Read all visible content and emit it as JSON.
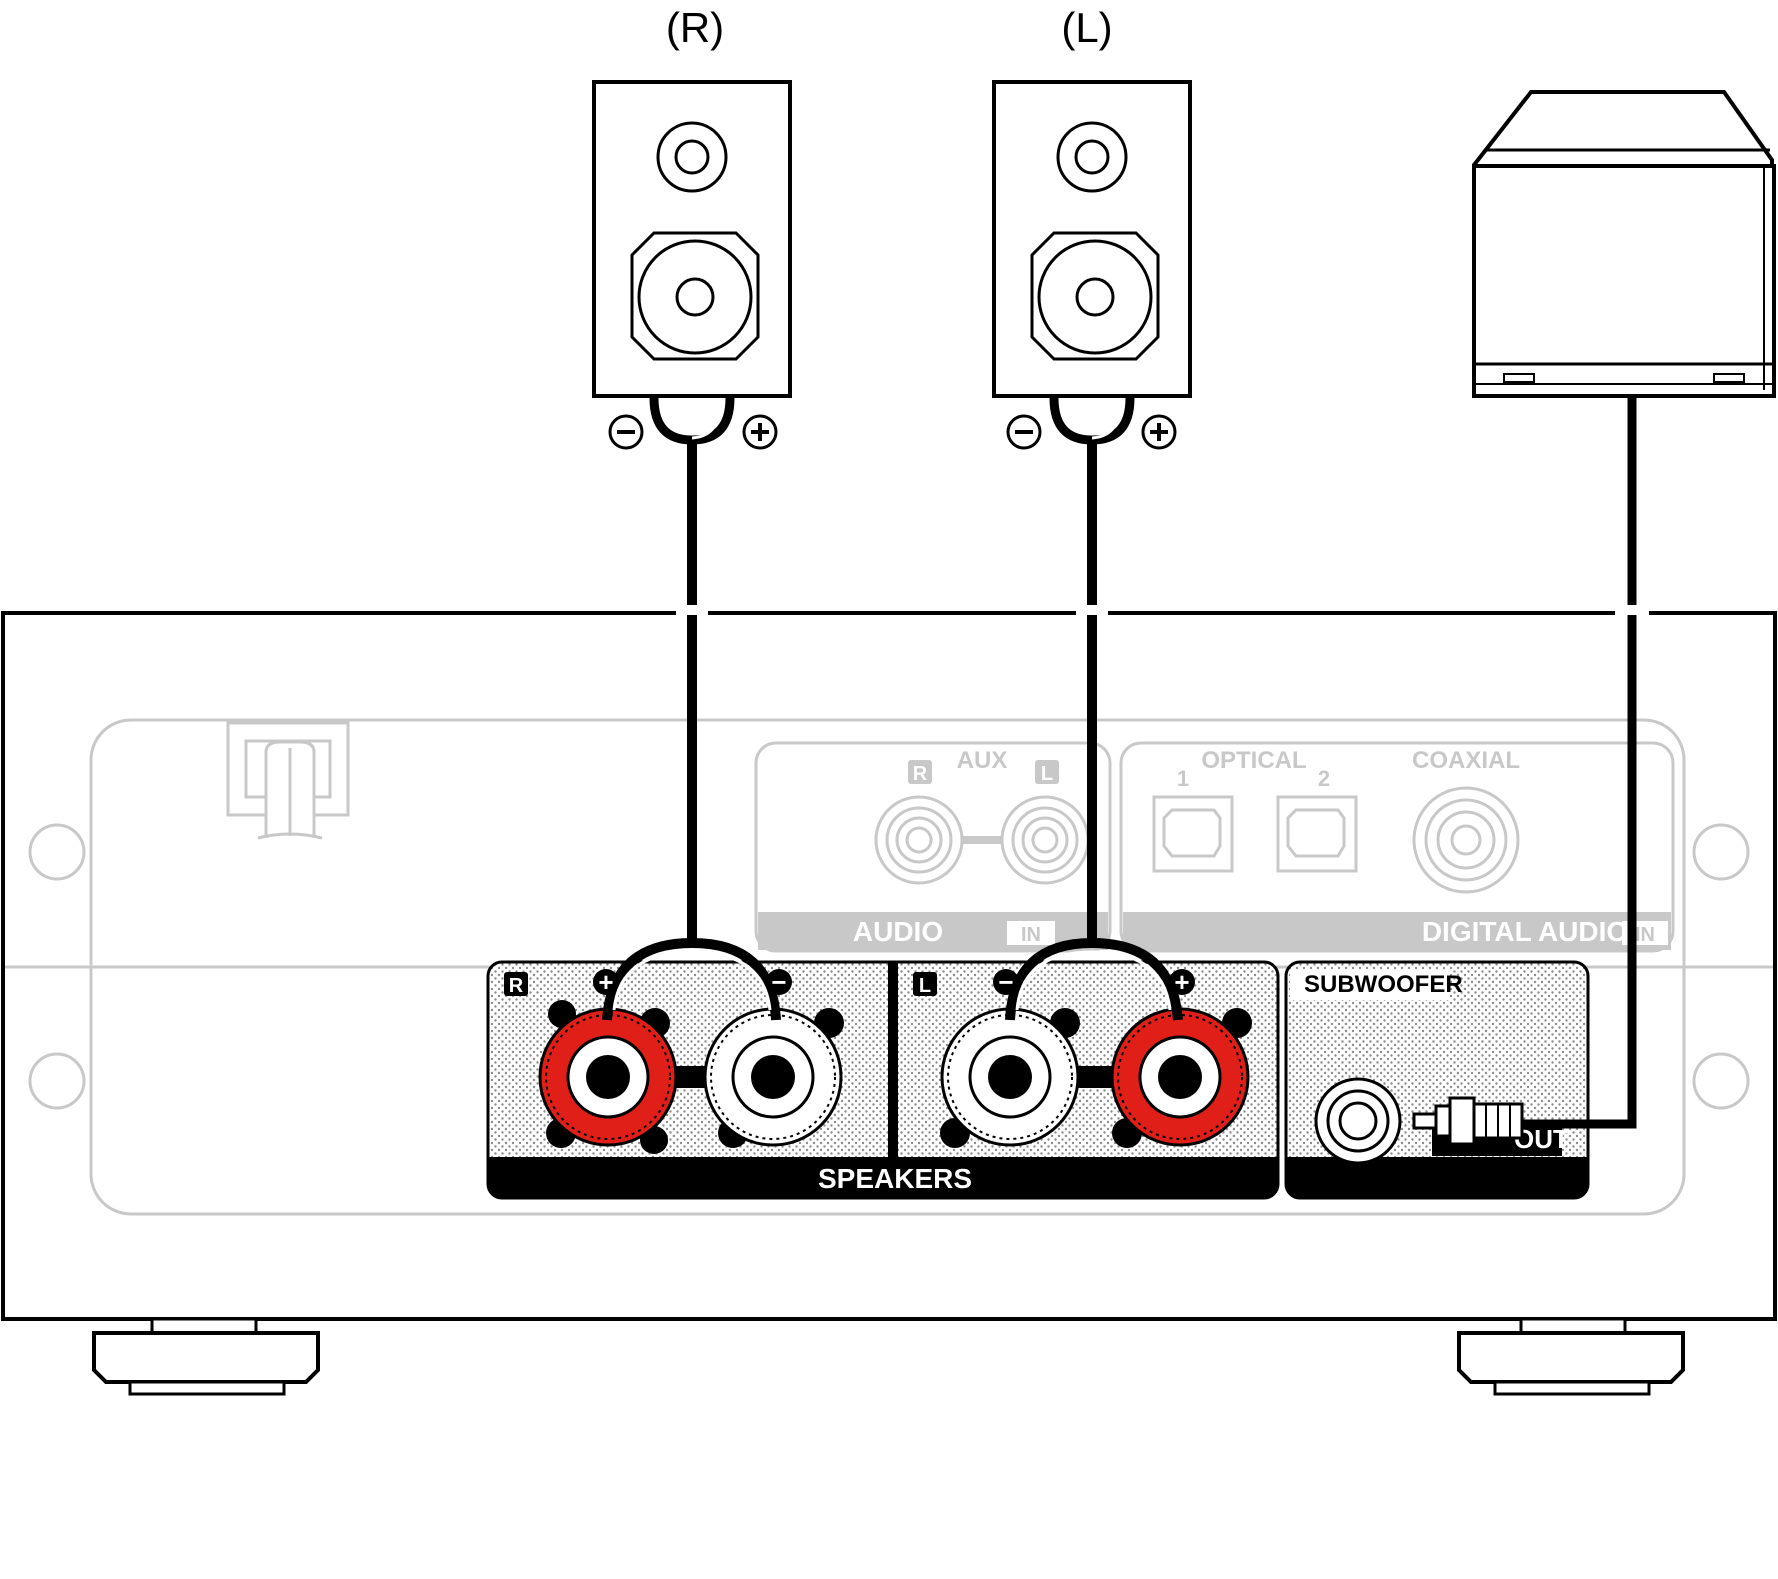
{
  "speaker_right_label": "(R)",
  "speaker_left_label": "(L)",
  "terminal_symbols": {
    "minus": "⊖",
    "plus": "⊕",
    "minus_plain": "−",
    "plus_plain": "+"
  },
  "aux_section": {
    "label": "AUX",
    "badge_r": "R",
    "badge_l": "L",
    "footer": "AUDIO",
    "footer_badge": "IN"
  },
  "digital_section": {
    "optical_label": "OPTICAL",
    "optical_1": "1",
    "optical_2": "2",
    "coaxial_label": "COAXIAL",
    "footer": "DIGITAL AUDIO",
    "footer_badge": "IN"
  },
  "speakers_panel": {
    "badge_r": "R",
    "badge_l": "L",
    "footer": "SPEAKERS"
  },
  "subwoofer_panel": {
    "label": "SUBWOOFER",
    "out_label": "OUT"
  },
  "colors": {
    "line": "#000000",
    "faint": "#c8c8c8",
    "positive_terminal": "#e02018",
    "negative_terminal": "#ffffff",
    "panel_dots": "#9a9a9a"
  }
}
